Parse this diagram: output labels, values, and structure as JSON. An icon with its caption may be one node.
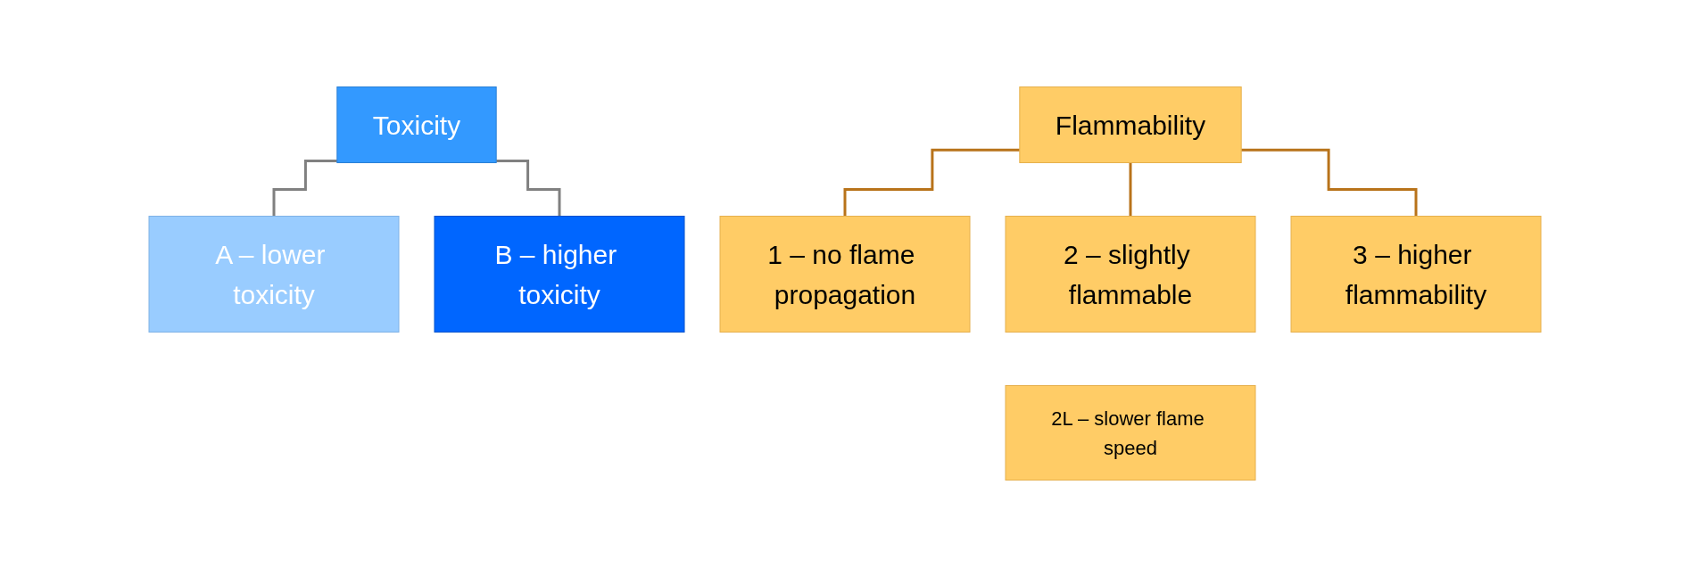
{
  "diagram": {
    "nodes": [
      {
        "text": [
          "Toxicity"
        ]
      },
      {
        "text": [
          "A – lower toxicity"
        ]
      },
      {
        "text": [
          "B – higher toxicity"
        ]
      },
      {
        "text": [
          "Flammability"
        ]
      },
      {
        "text": [
          "1 – no flame propagation"
        ]
      },
      {
        "text": [
          "2 – slightly flammable"
        ]
      },
      {
        "text": [
          "3 – higher flammability"
        ]
      },
      {
        "text": [
          "2L – slower flame speed"
        ]
      }
    ],
    "edges": [
      {
        "from": 0,
        "to": 1,
        "arrow": "none",
        "color": "#808080"
      },
      {
        "from": 0,
        "to": 2,
        "arrow": "none",
        "color": "#808080"
      },
      {
        "from": 3,
        "to": 4,
        "arrow": "none",
        "color": "#b8731a"
      },
      {
        "from": 3,
        "to": 5,
        "arrow": "none",
        "color": "#b8731a"
      },
      {
        "from": 3,
        "to": 6,
        "arrow": "none",
        "color": "#b8731a"
      }
    ]
  }
}
